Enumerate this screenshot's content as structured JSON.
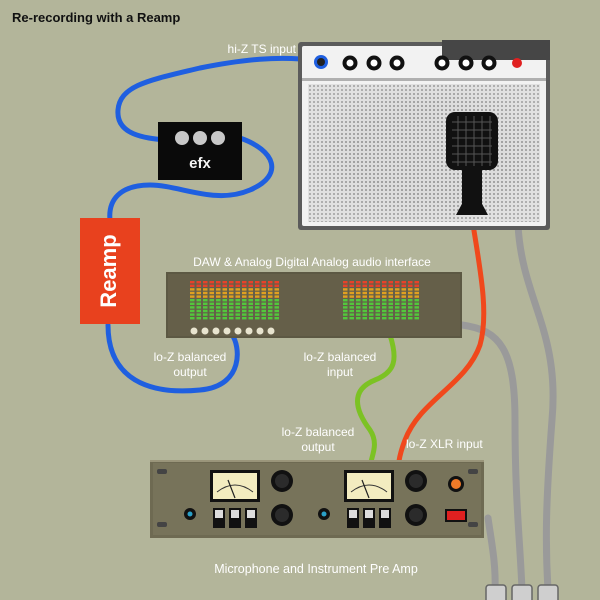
{
  "title": "Re-recording with a Reamp",
  "labels": {
    "hiz_ts_input": "hi-Z TS input",
    "efx": "efx",
    "reamp": "Reamp",
    "daw_interface": "DAW & Analog Digital Analog audio interface",
    "loz_bal_output_line1": "lo-Z balanced",
    "loz_bal_output_line2": "output",
    "loz_bal_input_line1": "lo-Z balanced",
    "loz_bal_input_line2": "input",
    "preamp_output_line1": "lo-Z balanced",
    "preamp_output_line2": "output",
    "loz_xlr_input": "lo-Z XLR input",
    "preamp_name": "Microphone and Instrument Pre Amp"
  },
  "colors": {
    "background": "#b3b59a",
    "blue_cable": "#1f5fe0",
    "green_cable": "#7cc224",
    "orange_cable": "#f0481c",
    "gray_cable": "#9a9a9a",
    "reamp_box": "#e8411e"
  },
  "icons": [
    "microphone-icon",
    "amplifier-icon",
    "vu-meter-icon"
  ]
}
